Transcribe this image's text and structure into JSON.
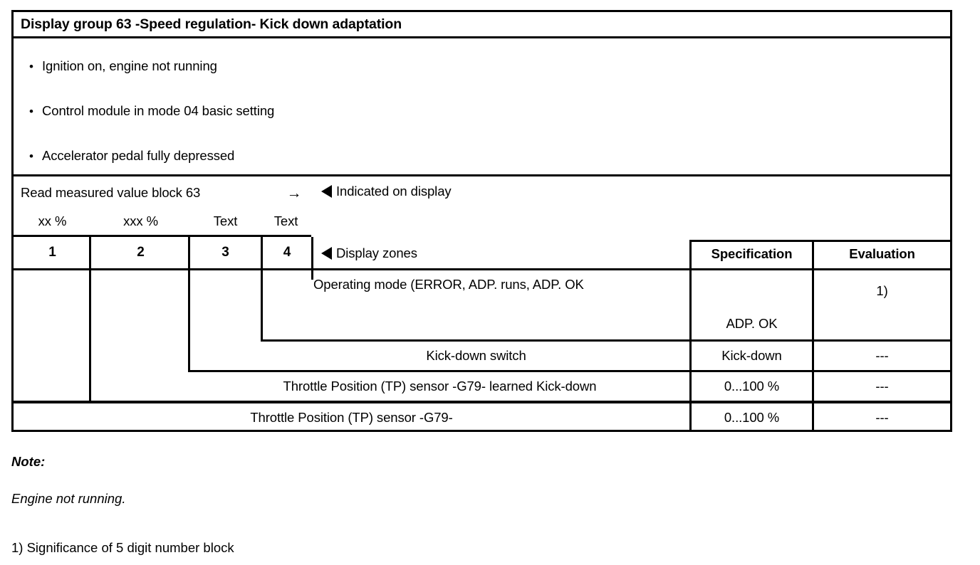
{
  "title": "Display group 63 -Speed regulation- Kick down adaptation",
  "preconditions": [
    "Ignition on, engine not running",
    "Control module in mode 04 basic setting",
    "Accelerator pedal fully depressed"
  ],
  "read_row": {
    "instruction": "Read measured value block 63",
    "arrow_glyph": "→",
    "field_formats": [
      "xx %",
      "xxx %",
      "Text",
      "Text"
    ]
  },
  "markers": {
    "indicated_on_display": "Indicated on display",
    "display_zones": "Display zones"
  },
  "columns": {
    "zone_numbers": [
      "1",
      "2",
      "3",
      "4"
    ],
    "specification_header": "Specification",
    "evaluation_header": "Evaluation"
  },
  "rows": [
    {
      "zone": "4",
      "description": "Operating mode (ERROR, ADP. runs, ADP. OK",
      "specification": "ADP. OK",
      "evaluation": "1)"
    },
    {
      "zone": "3",
      "description": "Kick-down switch",
      "specification": "Kick-down",
      "evaluation": "---"
    },
    {
      "zone": "2",
      "description": "Throttle Position (TP) sensor -G79- learned Kick-down",
      "specification": "0...100 %",
      "evaluation": "---"
    },
    {
      "zone": "1",
      "description": "Throttle Position (TP) sensor -G79-",
      "specification": "0...100 %",
      "evaluation": "---"
    }
  ],
  "notes": {
    "heading": "Note:",
    "body": "Engine not running.",
    "footnote": "1) Significance of 5 digit number block"
  },
  "colors": {
    "text": "#000000",
    "background": "#ffffff",
    "border": "#000000"
  }
}
